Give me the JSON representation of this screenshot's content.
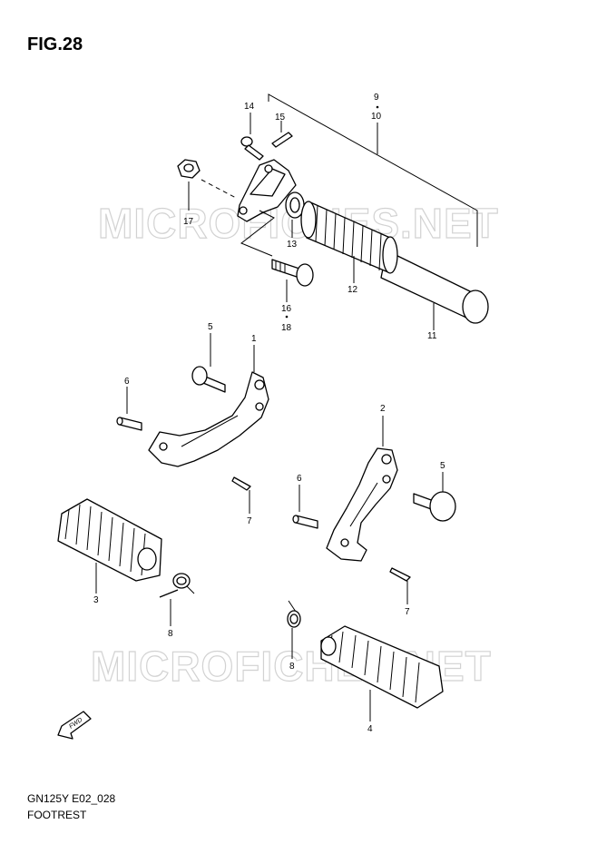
{
  "figure": {
    "title": "FIG.28"
  },
  "watermark": {
    "text": "MICROFICHES.NET"
  },
  "footer": {
    "model_code": "GN125Y E02_028",
    "section_name": "FOOTREST"
  },
  "callouts": {
    "c1": "1",
    "c2": "2",
    "c3": "3",
    "c4": "4",
    "c5a": "5",
    "c5b": "5",
    "c6a": "6",
    "c6b": "6",
    "c7a": "7",
    "c7b": "7",
    "c8a": "8",
    "c8b": "8",
    "c9": "9",
    "c10": "10",
    "c11": "11",
    "c12": "12",
    "c13": "13",
    "c14": "14",
    "c15": "15",
    "c16": "16",
    "c17": "17",
    "c18": "18"
  },
  "fwd_label": "FWD"
}
